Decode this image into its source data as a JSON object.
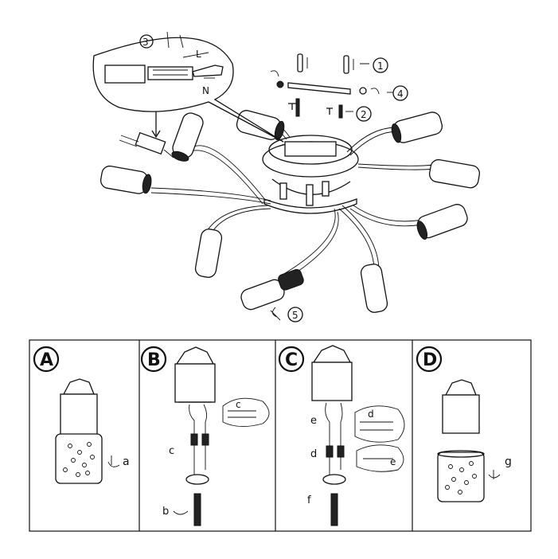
{
  "callouts": {
    "n1": "1",
    "n2": "2",
    "n3": "3",
    "n4": "4",
    "n5": "5"
  },
  "wire_labels": {
    "live": "L",
    "neutral": "N"
  },
  "panels": [
    {
      "letter": "A",
      "step": "a"
    },
    {
      "letter": "B",
      "steps": [
        "c",
        "b"
      ],
      "cloud": "c"
    },
    {
      "letter": "C",
      "steps": [
        "e",
        "d",
        "f"
      ],
      "cloud_top": "d",
      "cloud_bottom": "e"
    },
    {
      "letter": "D",
      "step": "g"
    }
  ]
}
